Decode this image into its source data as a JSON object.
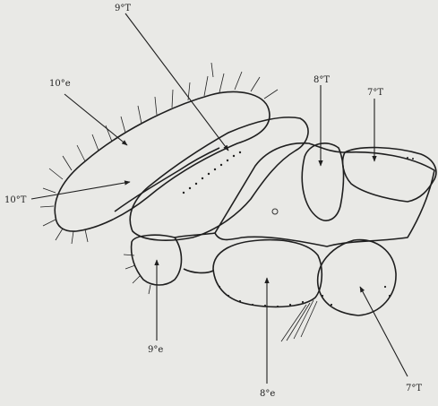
{
  "figure": {
    "labels": {
      "l_10e": "10°e",
      "l_9T": "9°T",
      "l_8T": "8°T",
      "l_7T_top": "7°T",
      "l_10T": "10°T",
      "l_9e": "9°e",
      "l_8e": "8°e",
      "l_7T_bottom": "7°T"
    }
  }
}
